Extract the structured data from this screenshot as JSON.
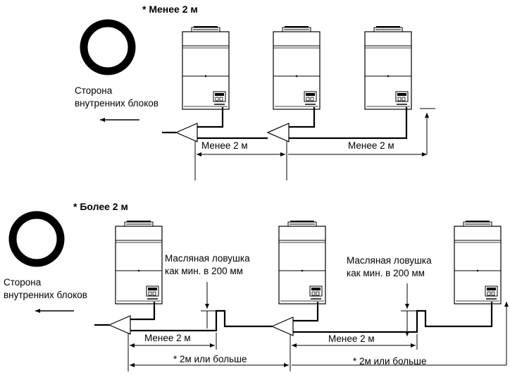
{
  "top": {
    "title": "* Менее 2 м",
    "side_line1": "Сторона",
    "side_line2": "внутренних блоков",
    "dim1": "Менее 2 м",
    "dim2": "Менее 2 м"
  },
  "bottom": {
    "title": "* Более 2 м",
    "side_line1": "Сторона",
    "side_line2": "внутренних блоков",
    "trap1_line1": "Масляная ловушка",
    "trap1_line2": "как мин. в 200 мм",
    "trap2_line1": "Масляная ловушка",
    "trap2_line2": "как мин. в 200 мм",
    "dim_short1": "Менее 2 м",
    "dim_short2": "Менее 2 м",
    "dim_long1": "* 2м или больше",
    "dim_long2": "* 2м или больше"
  }
}
